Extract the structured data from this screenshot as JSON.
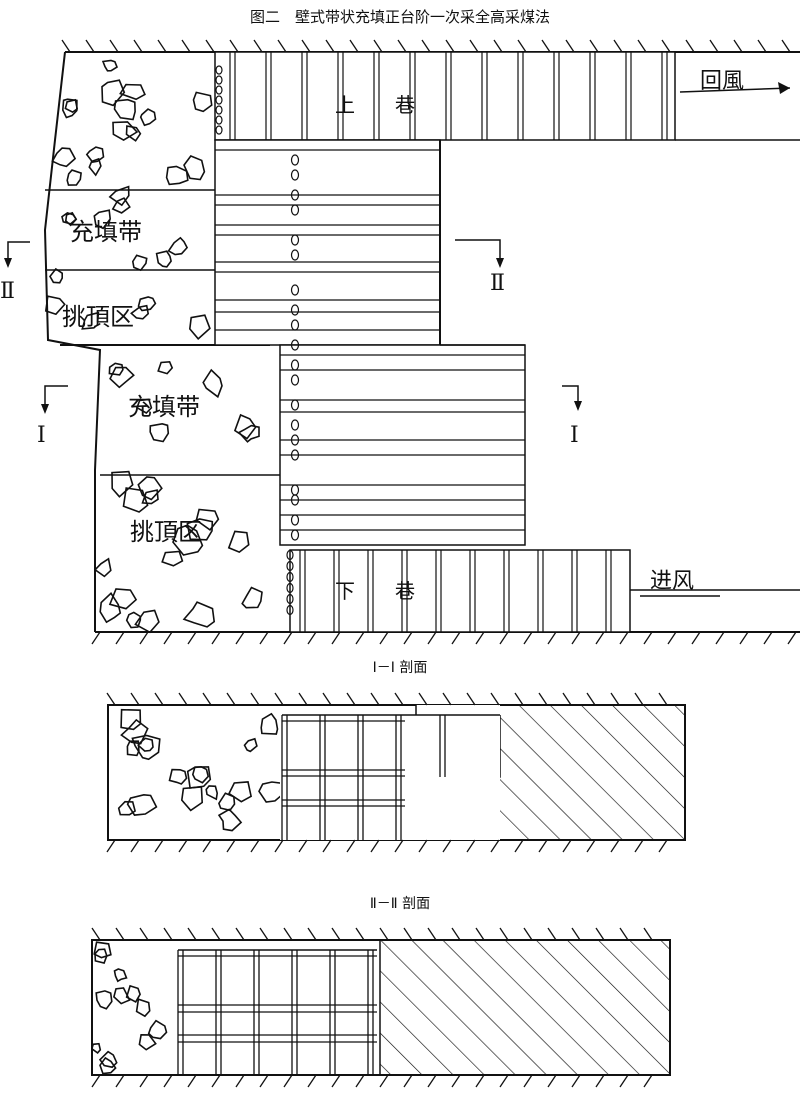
{
  "figure": {
    "title": "图二　壁式带状充填正台阶一次采全高采煤法"
  },
  "plan": {
    "upper_roadway": "上　　巷",
    "lower_roadway": "下　　巷",
    "return_air": "回風",
    "intake_air": "进风",
    "fill_zone_upper": "充填带",
    "fill_zone_lower": "充填带",
    "lift_zone_upper": "挑頂区",
    "lift_zone_lower": "挑頂区",
    "section_mark_I": "Ⅰ",
    "section_mark_II": "Ⅱ"
  },
  "section_I": {
    "caption": "Ⅰ－Ⅰ 剖面"
  },
  "section_II": {
    "caption": "Ⅱ－Ⅱ 剖面"
  }
}
